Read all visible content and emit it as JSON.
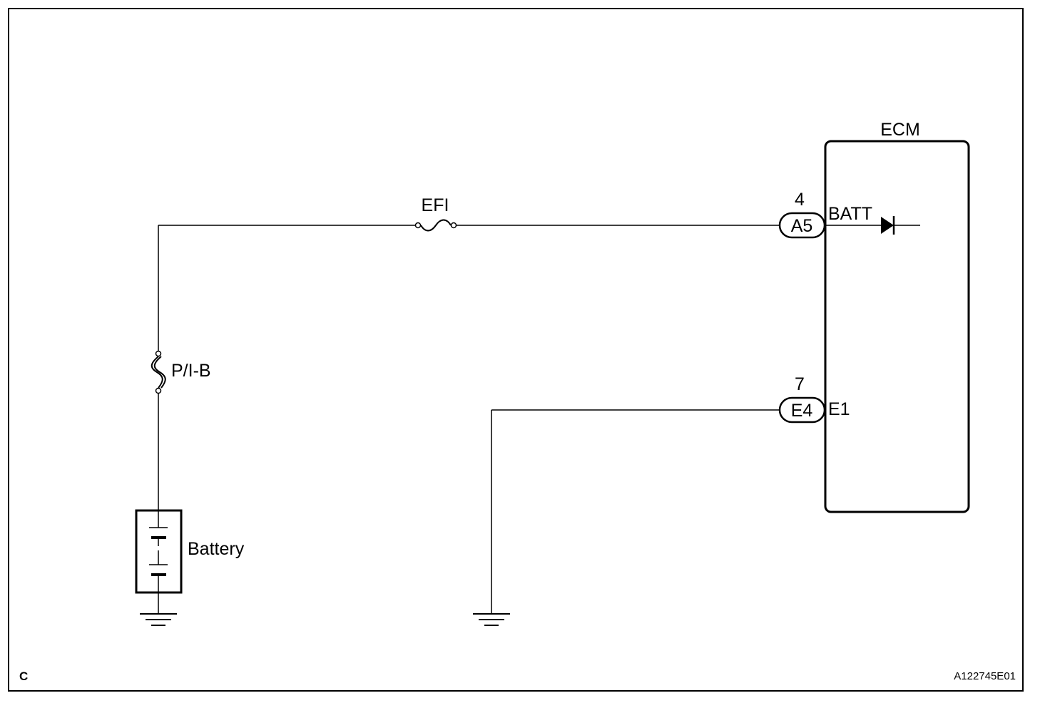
{
  "diagram": {
    "corner_letter": "C",
    "figure_code": "A122745E01",
    "ecm": {
      "title": "ECM"
    },
    "fuse_efi": {
      "label": "EFI"
    },
    "fuse_pib": {
      "label": "P/I-B"
    },
    "battery": {
      "label": "Battery"
    },
    "pin_batt": {
      "pin": "4",
      "connector": "A5",
      "signal": "BATT"
    },
    "pin_e1": {
      "pin": "7",
      "connector": "E4",
      "signal": "E1"
    }
  }
}
